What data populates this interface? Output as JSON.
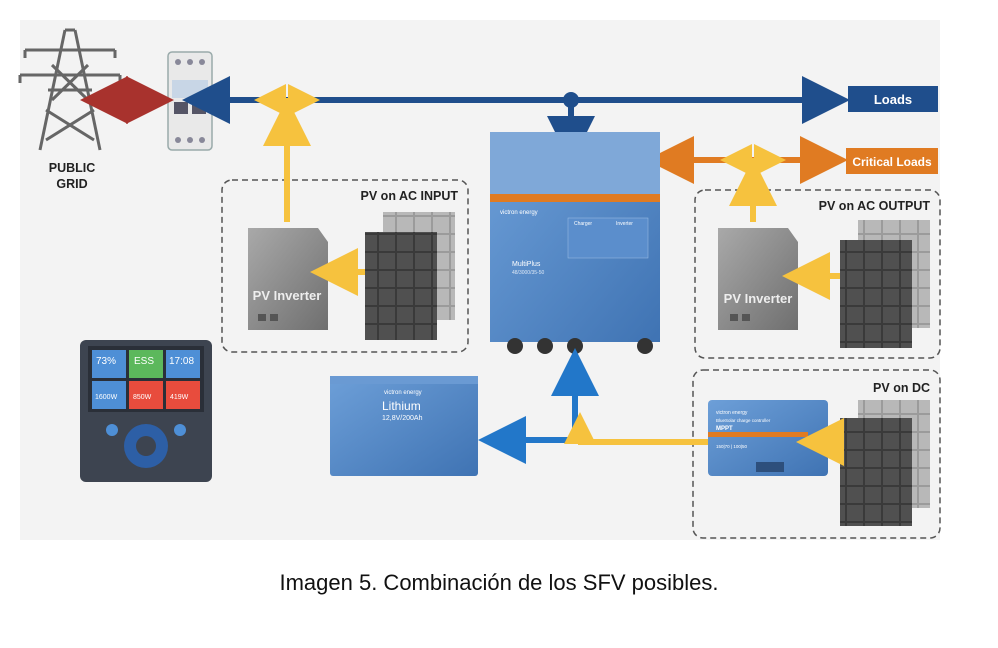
{
  "caption": "Imagen 5. Combinación de los SFV posibles.",
  "labels": {
    "public_grid_line1": "PUBLIC",
    "public_grid_line2": "GRID",
    "loads": "Loads",
    "critical_loads": "Critical Loads",
    "pv_ac_input": "PV on AC INPUT",
    "pv_ac_output": "PV on AC OUTPUT",
    "pv_dc": "PV on DC",
    "pv_inverter_1": "PV Inverter",
    "pv_inverter_2": "PV Inverter",
    "multiplus_name": "MultiPlus",
    "multiplus_model": "48/3000/35-50",
    "multiplus_brand": "victron energy",
    "multiplus_charger": "Charger",
    "multiplus_inverter": "Inverter",
    "battery_brand": "victron energy",
    "battery_name": "Lithium",
    "battery_spec": "12,8V/200Ah",
    "mppt_brand": "victron energy",
    "mppt_name": "MPPT",
    "mppt_subtitle": "BlueSolar charge controller",
    "mppt_model": "150|70 | 100|50",
    "panel_ess_top": "ESS",
    "panel_pct": "73%",
    "panel_time": "17:08",
    "panel_v1": "1600W",
    "panel_v2": "850W",
    "panel_v3": "419W"
  },
  "colors": {
    "ac_bus": "#1f4e8c",
    "grid_link": "#a8322d",
    "pv_ac": "#f6c23e",
    "critical": "#e07b22",
    "dc_link": "#2277c9",
    "loads_tag": "#1f4e8c",
    "critical_tag": "#e07b22",
    "device_blue": "#4f86c6"
  }
}
